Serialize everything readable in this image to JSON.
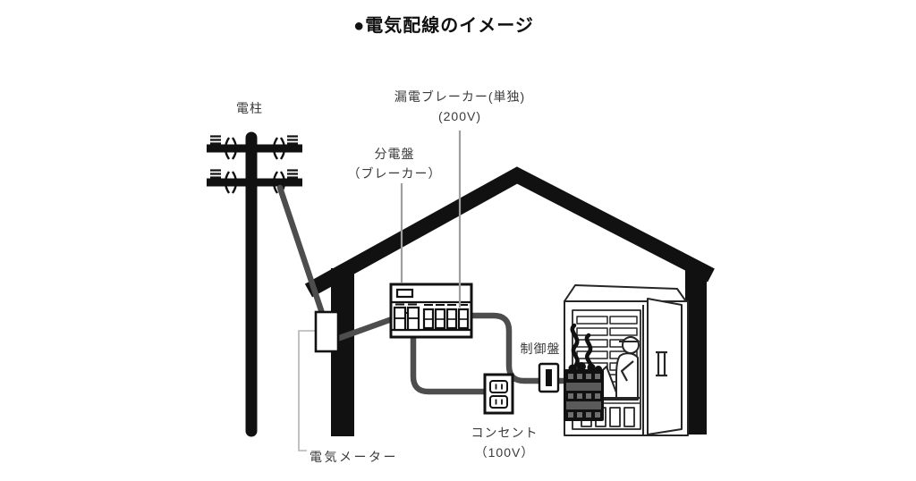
{
  "title": "●電気配線のイメージ",
  "labels": {
    "pole": "電柱",
    "leakage_breaker": {
      "line1": "漏電ブレーカー(単独)",
      "line2": "(200V)"
    },
    "distribution_board": {
      "line1": "分電盤",
      "line2": "（ブレーカー）"
    },
    "control_panel": "制御盤",
    "outlet": {
      "line1": "コンセント",
      "line2": "（100V）"
    },
    "electric_meter": "電気メーター"
  },
  "colors": {
    "ink": "#111111",
    "wire": "#4d4d4d",
    "leader": "#9e9e9e",
    "leader_light": "#b3b3b3",
    "label_text": "#3a3a3a",
    "heater_stripe": "#5a5a5a",
    "heater_dot": "#6e6e6e",
    "line_art": "#262626"
  }
}
